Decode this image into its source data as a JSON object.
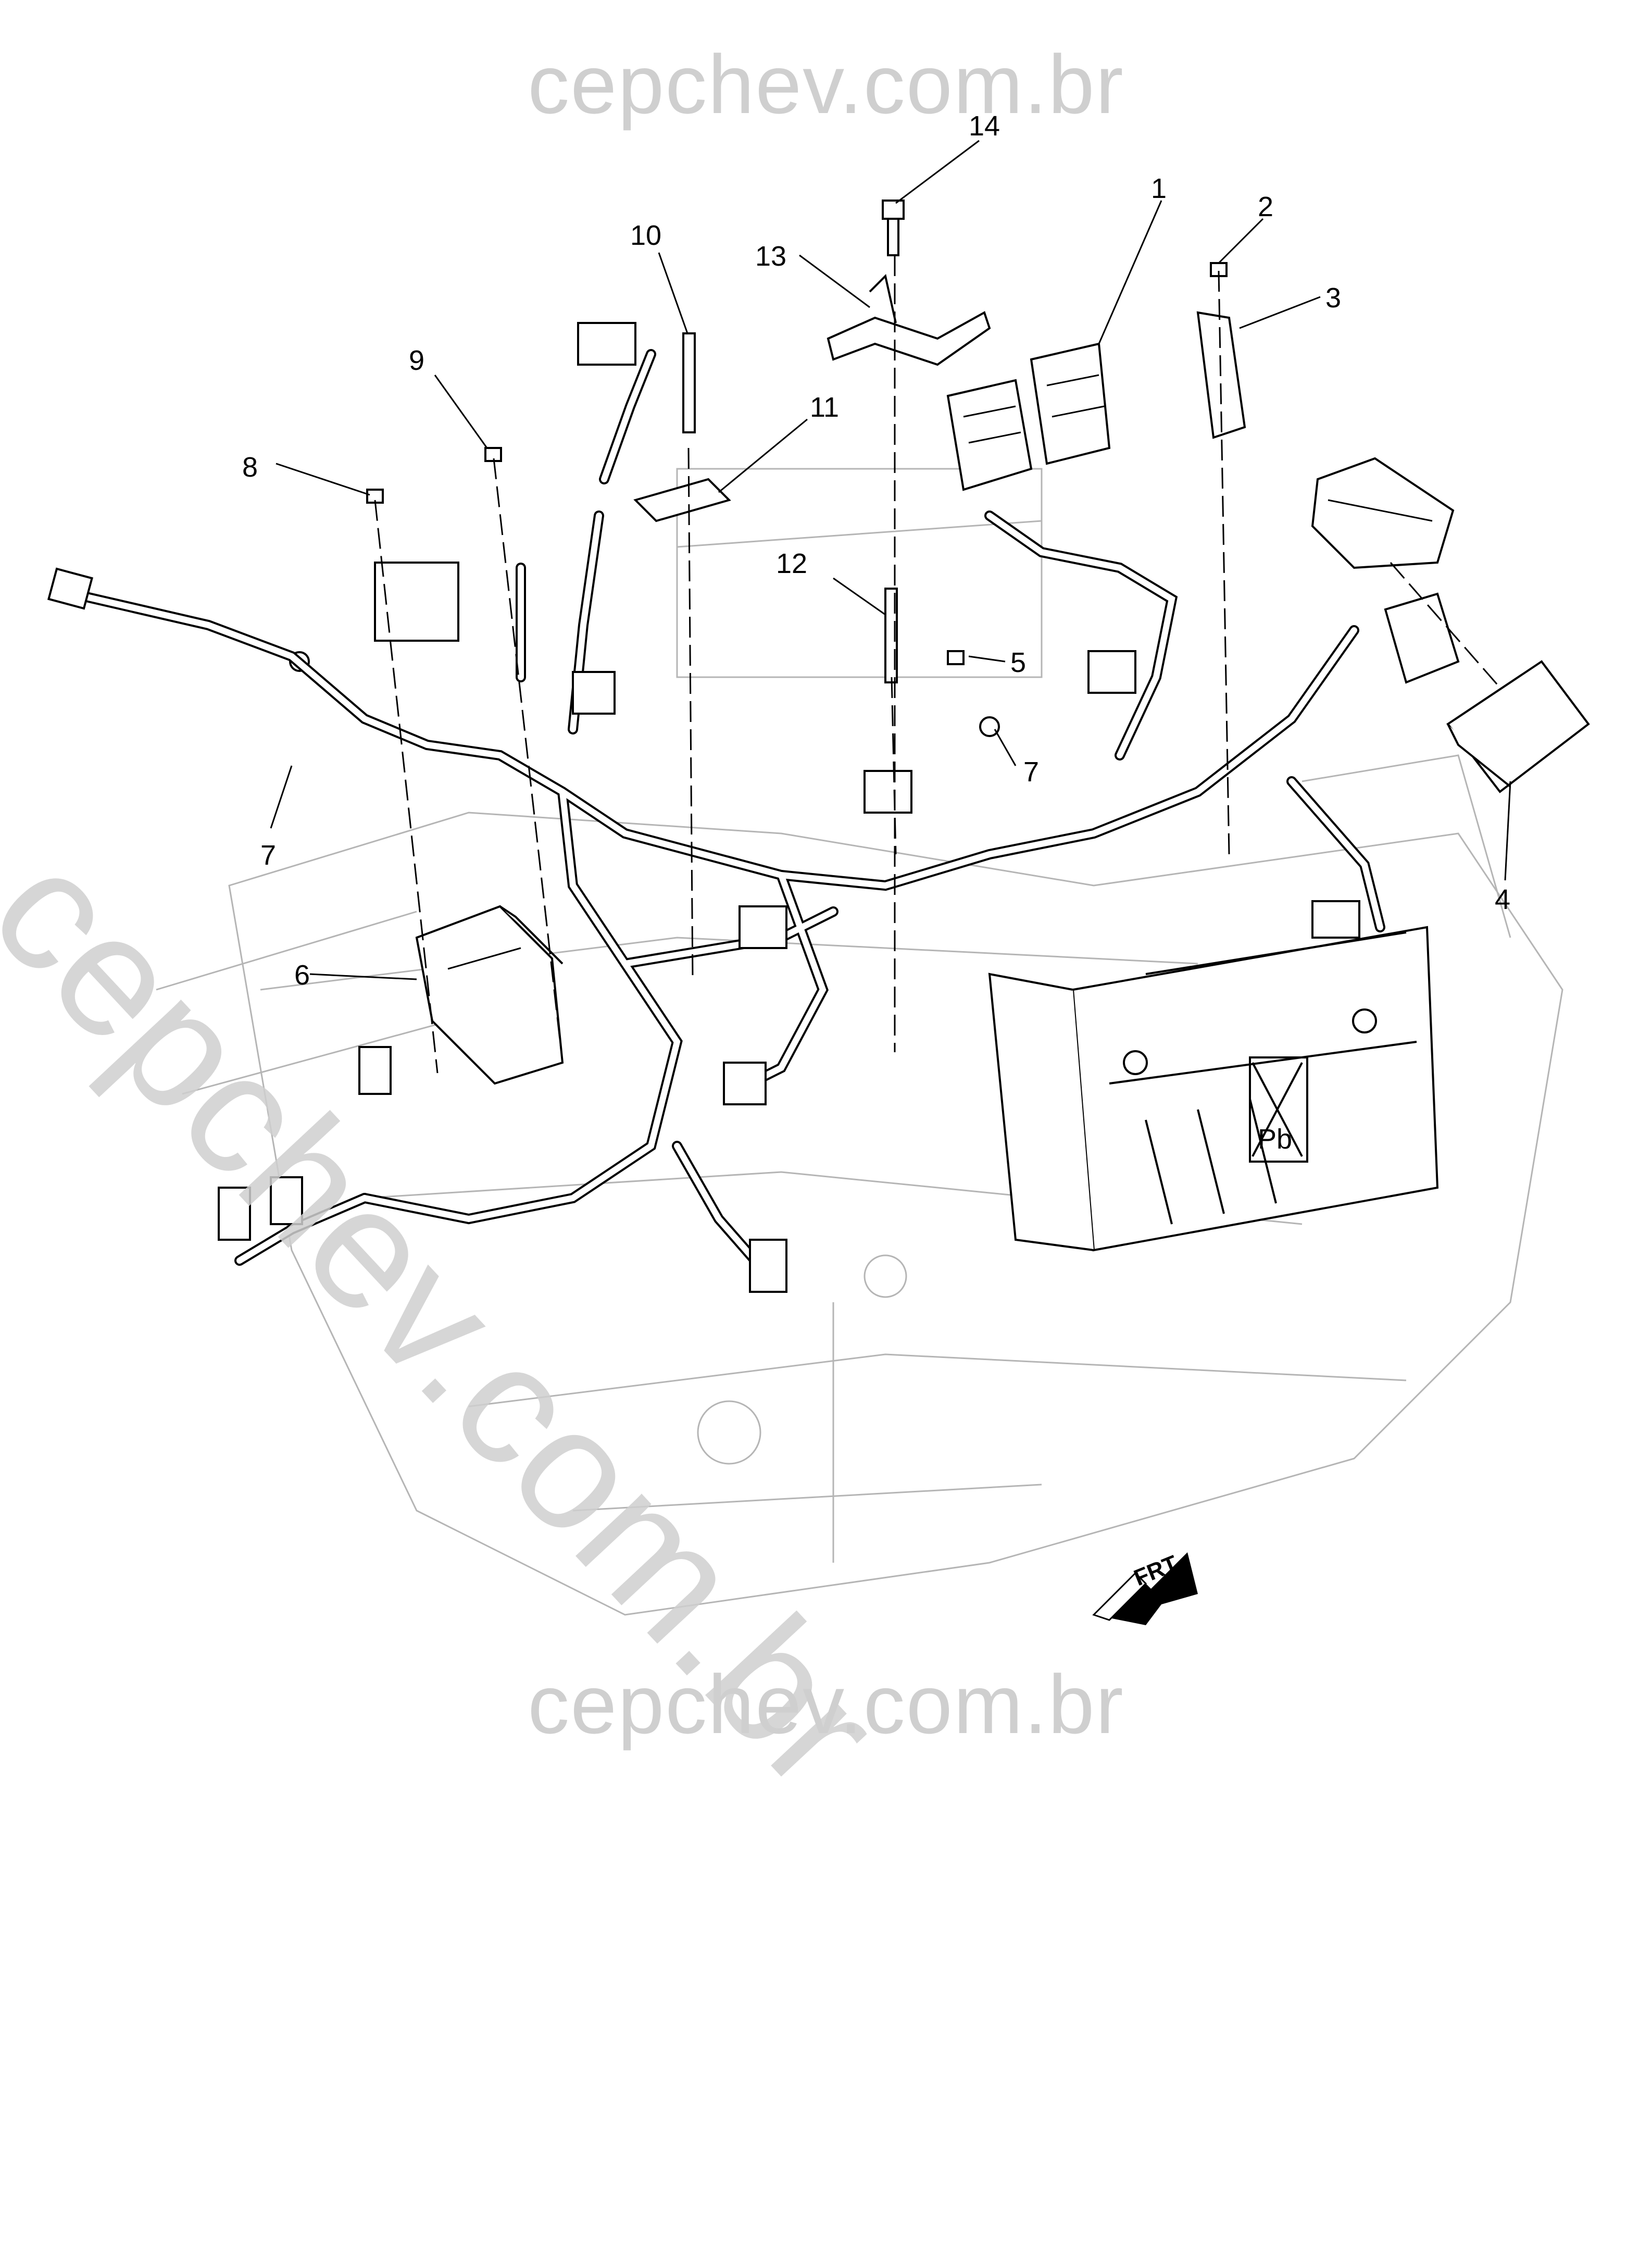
{
  "watermark": {
    "top": "cepchev.com.br",
    "bottom": "cepchev.com.br",
    "diagonal": "cepchev.com.br"
  },
  "callouts": [
    {
      "id": "1",
      "label": "1"
    },
    {
      "id": "2",
      "label": "2"
    },
    {
      "id": "3",
      "label": "3"
    },
    {
      "id": "4",
      "label": "4"
    },
    {
      "id": "5",
      "label": "5"
    },
    {
      "id": "6",
      "label": "6"
    },
    {
      "id": "7a",
      "label": "7"
    },
    {
      "id": "7b",
      "label": "7"
    },
    {
      "id": "8",
      "label": "8"
    },
    {
      "id": "9",
      "label": "9"
    },
    {
      "id": "10",
      "label": "10"
    },
    {
      "id": "11",
      "label": "11"
    },
    {
      "id": "12",
      "label": "12"
    },
    {
      "id": "13",
      "label": "13"
    },
    {
      "id": "14",
      "label": "14"
    }
  ],
  "battery_label": "Pb",
  "direction_indicator": "FRT",
  "colors": {
    "line": "#000000",
    "faint": "#b5b5b5",
    "watermark": "#cfcfcf"
  }
}
